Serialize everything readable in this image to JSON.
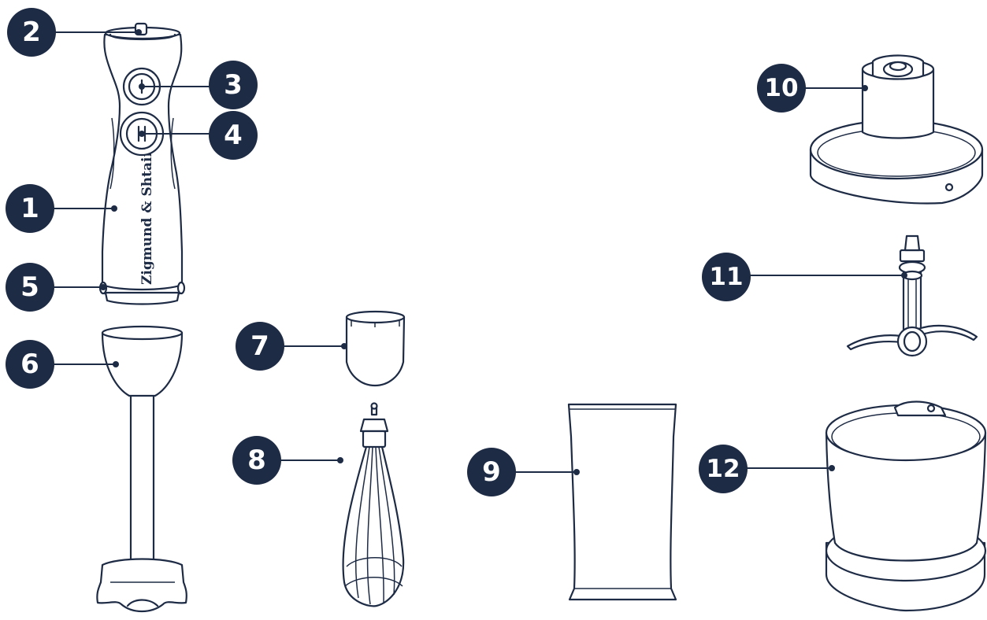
{
  "brand_text": "Zigmund & Shtain",
  "colors": {
    "ink": "#1e2b45",
    "background": "#ffffff"
  },
  "callouts": [
    "1",
    "2",
    "3",
    "4",
    "5",
    "6",
    "7",
    "8",
    "9",
    "10",
    "11",
    "12"
  ],
  "parts": [
    {
      "id": "1",
      "component": "motor-body"
    },
    {
      "id": "2",
      "component": "speed-regulator"
    },
    {
      "id": "3",
      "component": "button-i"
    },
    {
      "id": "4",
      "component": "button-ii"
    },
    {
      "id": "5",
      "component": "release-buttons"
    },
    {
      "id": "6",
      "component": "blender-leg"
    },
    {
      "id": "7",
      "component": "whisk-adapter"
    },
    {
      "id": "8",
      "component": "whisk"
    },
    {
      "id": "9",
      "component": "measuring-beaker"
    },
    {
      "id": "10",
      "component": "chopper-lid"
    },
    {
      "id": "11",
      "component": "chopper-blade"
    },
    {
      "id": "12",
      "component": "chopper-bowl"
    }
  ]
}
